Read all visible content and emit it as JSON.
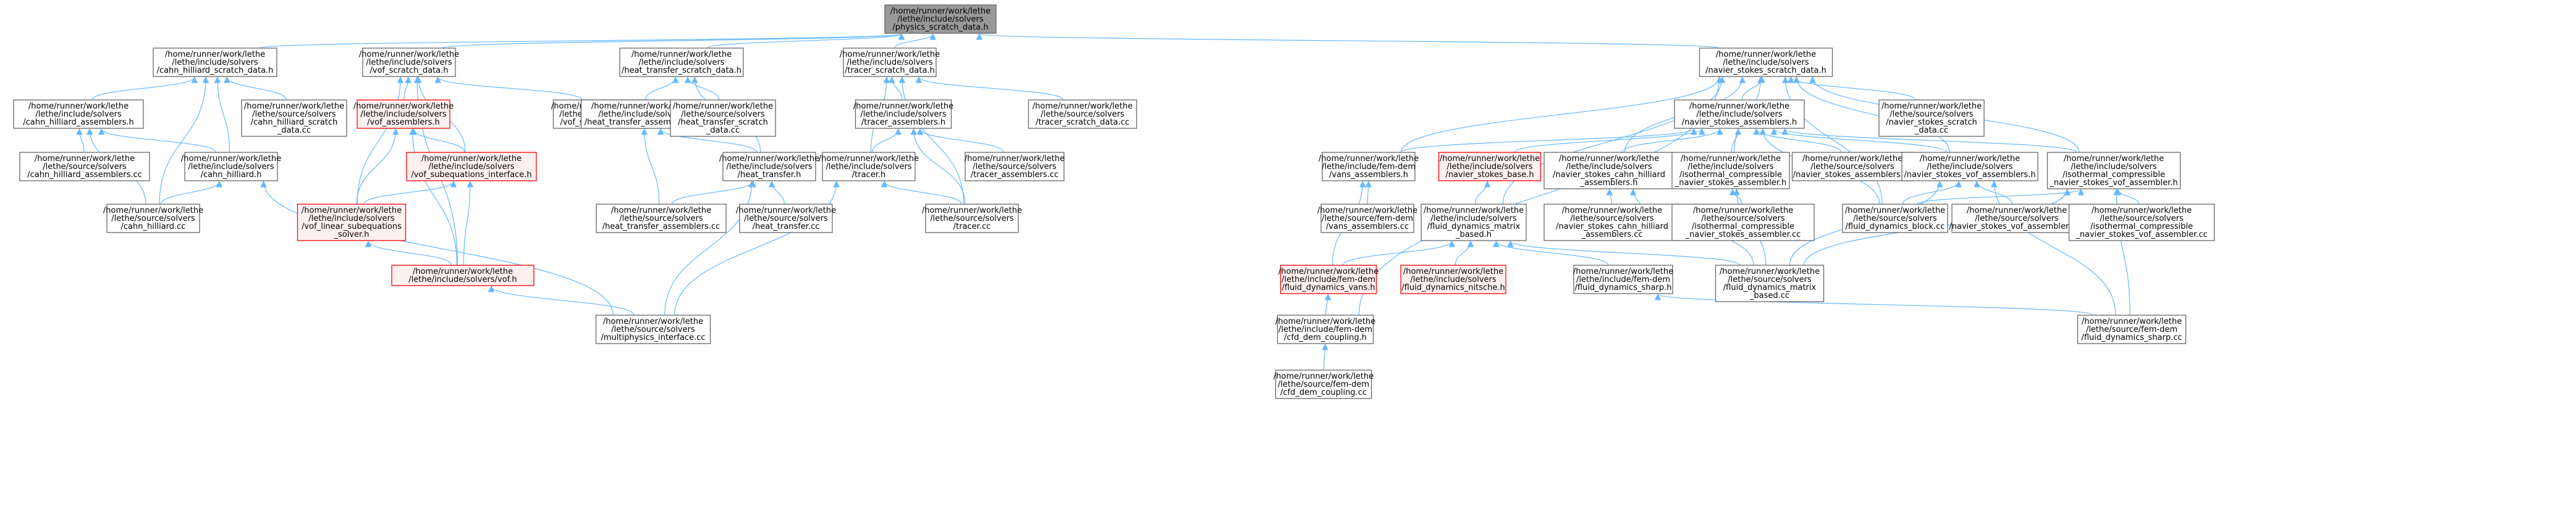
{
  "palette": {
    "edge": "#63b8ff",
    "node_fill": "#ffffff",
    "node_border": "#666666",
    "highlight_fill": "#999999",
    "highlight_border": "#666666",
    "error_fill": "#fff0f0",
    "error_border": "#ff0000"
  },
  "nodes": [
    {
      "id": "root",
      "style": "highlight",
      "lines": [
        "/home/runner/work/lethe",
        "/lethe/include/solvers",
        "/physics_scratch_data.h"
      ]
    },
    {
      "id": "ch_scratch_h",
      "style": "normal",
      "lines": [
        "/home/runner/work/lethe",
        "/lethe/include/solvers",
        "/cahn_hilliard_scratch_data.h"
      ]
    },
    {
      "id": "vof_scratch_h",
      "style": "normal",
      "lines": [
        "/home/runner/work/lethe",
        "/lethe/include/solvers",
        "/vof_scratch_data.h"
      ]
    },
    {
      "id": "heat_scratch_h",
      "style": "normal",
      "lines": [
        "/home/runner/work/lethe",
        "/lethe/include/solvers",
        "/heat_transfer_scratch_data.h"
      ]
    },
    {
      "id": "tracer_scratch_h",
      "style": "normal",
      "lines": [
        "/home/runner/work/lethe",
        "/lethe/include/solvers",
        "/tracer_scratch_data.h"
      ]
    },
    {
      "id": "ns_scratch_h",
      "style": "normal",
      "lines": [
        "/home/runner/work/lethe",
        "/lethe/include/solvers",
        "/navier_stokes_scratch_data.h"
      ]
    },
    {
      "id": "ch_assemblers_h",
      "style": "normal",
      "lines": [
        "/home/runner/work/lethe",
        "/lethe/include/solvers",
        "/cahn_hilliard_assemblers.h"
      ]
    },
    {
      "id": "ch_scratch_cc",
      "style": "normal",
      "lines": [
        "/home/runner/work/lethe",
        "/lethe/source/solvers",
        "/cahn_hilliard_scratch",
        "_data.cc"
      ]
    },
    {
      "id": "vof_assemblers_h",
      "style": "error",
      "lines": [
        "/home/runner/work/lethe",
        "/lethe/include/solvers",
        "/vof_assemblers.h"
      ]
    },
    {
      "id": "vof_scratch_cc",
      "style": "normal",
      "lines": [
        "/home/runner/work/lethe",
        "/lethe/source/solvers",
        "/vof_scratch_data.cc"
      ]
    },
    {
      "id": "heat_assemblers_h",
      "style": "normal",
      "lines": [
        "/home/runner/work/lethe",
        "/lethe/include/solvers",
        "/heat_transfer_assemblers.h"
      ]
    },
    {
      "id": "heat_scratch_cc",
      "style": "normal",
      "lines": [
        "/home/runner/work/lethe",
        "/lethe/source/solvers",
        "/heat_transfer_scratch",
        "_data.cc"
      ]
    },
    {
      "id": "tracer_assemblers_h",
      "style": "normal",
      "lines": [
        "/home/runner/work/lethe",
        "/lethe/include/solvers",
        "/tracer_assemblers.h"
      ]
    },
    {
      "id": "tracer_scratch_cc",
      "style": "normal",
      "lines": [
        "/home/runner/work/lethe",
        "/lethe/source/solvers",
        "/tracer_scratch_data.cc"
      ]
    },
    {
      "id": "ns_assemblers_h",
      "style": "normal",
      "lines": [
        "/home/runner/work/lethe",
        "/lethe/include/solvers",
        "/navier_stokes_assemblers.h"
      ]
    },
    {
      "id": "ns_scratch_cc",
      "style": "normal",
      "lines": [
        "/home/runner/work/lethe",
        "/lethe/source/solvers",
        "/navier_stokes_scratch",
        "_data.cc"
      ]
    },
    {
      "id": "ch_assemblers_cc",
      "style": "normal",
      "lines": [
        "/home/runner/work/lethe",
        "/lethe/source/solvers",
        "/cahn_hilliard_assemblers.cc"
      ]
    },
    {
      "id": "ch_h",
      "style": "normal",
      "lines": [
        "/home/runner/work/lethe",
        "/lethe/include/solvers",
        "/cahn_hilliard.h"
      ]
    },
    {
      "id": "vof_subeq_h",
      "style": "error",
      "lines": [
        "/home/runner/work/lethe",
        "/lethe/include/solvers",
        "/vof_subequations_interface.h"
      ]
    },
    {
      "id": "heat_h",
      "style": "normal",
      "lines": [
        "/home/runner/work/lethe",
        "/lethe/include/solvers",
        "/heat_transfer.h"
      ]
    },
    {
      "id": "tracer_h",
      "style": "normal",
      "lines": [
        "/home/runner/work/lethe",
        "/lethe/include/solvers",
        "/tracer.h"
      ]
    },
    {
      "id": "tracer_assemblers_cc",
      "style": "normal",
      "lines": [
        "/home/runner/work/lethe",
        "/lethe/source/solvers",
        "/tracer_assemblers.cc"
      ]
    },
    {
      "id": "vans_assemblers_h",
      "style": "normal",
      "lines": [
        "/home/runner/work/lethe",
        "/lethe/include/fem-dem",
        "/vans_assemblers.h"
      ]
    },
    {
      "id": "ns_base_h",
      "style": "error",
      "lines": [
        "/home/runner/work/lethe",
        "/lethe/include/solvers",
        "/navier_stokes_base.h"
      ]
    },
    {
      "id": "ns_ch_assemblers_h",
      "style": "normal",
      "lines": [
        "/home/runner/work/lethe",
        "/lethe/include/solvers",
        "/navier_stokes_cahn_hilliard",
        "_assemblers.h"
      ]
    },
    {
      "id": "iso_ns_assembler_h",
      "style": "normal",
      "lines": [
        "/home/runner/work/lethe",
        "/lethe/include/solvers",
        "/isothermal_compressible",
        "_navier_stokes_assembler.h"
      ]
    },
    {
      "id": "ns_assemblers_cc",
      "style": "normal",
      "lines": [
        "/home/runner/work/lethe",
        "/lethe/source/solvers",
        "/navier_stokes_assemblers.cc"
      ]
    },
    {
      "id": "ns_vof_assemblers_h",
      "style": "normal",
      "lines": [
        "/home/runner/work/lethe",
        "/lethe/include/solvers",
        "/navier_stokes_vof_assemblers.h"
      ]
    },
    {
      "id": "iso_ns_vof_assembler_h",
      "style": "normal",
      "lines": [
        "/home/runner/work/lethe",
        "/lethe/include/solvers",
        "/isothermal_compressible",
        "_navier_stokes_vof_assembler.h"
      ]
    },
    {
      "id": "ch_cc",
      "style": "normal",
      "lines": [
        "/home/runner/work/lethe",
        "/lethe/source/solvers",
        "/cahn_hilliard.cc"
      ]
    },
    {
      "id": "vof_linear_h",
      "style": "error",
      "lines": [
        "/home/runner/work/lethe",
        "/lethe/include/solvers",
        "/vof_linear_subequations",
        "_solver.h"
      ]
    },
    {
      "id": "heat_assemblers_cc",
      "style": "normal",
      "lines": [
        "/home/runner/work/lethe",
        "/lethe/source/solvers",
        "/heat_transfer_assemblers.cc"
      ]
    },
    {
      "id": "heat_cc",
      "style": "normal",
      "lines": [
        "/home/runner/work/lethe",
        "/lethe/source/solvers",
        "/heat_transfer.cc"
      ]
    },
    {
      "id": "tracer_cc",
      "style": "normal",
      "lines": [
        "/home/runner/work/lethe",
        "/lethe/source/solvers",
        "/tracer.cc"
      ]
    },
    {
      "id": "vans_assemblers_cc",
      "style": "normal",
      "lines": [
        "/home/runner/work/lethe",
        "/lethe/source/fem-dem",
        "/vans_assemblers.cc"
      ]
    },
    {
      "id": "fluid_matrix_h",
      "style": "normal",
      "lines": [
        "/home/runner/work/lethe",
        "/lethe/include/solvers",
        "/fluid_dynamics_matrix",
        "_based.h"
      ]
    },
    {
      "id": "ns_ch_assemblers_cc",
      "style": "normal",
      "lines": [
        "/home/runner/work/lethe",
        "/lethe/source/solvers",
        "/navier_stokes_cahn_hilliard",
        "_assemblers.cc"
      ]
    },
    {
      "id": "iso_ns_assembler_cc",
      "style": "normal",
      "lines": [
        "/home/runner/work/lethe",
        "/lethe/source/solvers",
        "/isothermal_compressible",
        "_navier_stokes_assembler.cc"
      ]
    },
    {
      "id": "fluid_block_cc",
      "style": "normal",
      "lines": [
        "/home/runner/work/lethe",
        "/lethe/source/solvers",
        "/fluid_dynamics_block.cc"
      ]
    },
    {
      "id": "ns_vof_assemblers_cc",
      "style": "normal",
      "lines": [
        "/home/runner/work/lethe",
        "/lethe/source/solvers",
        "/navier_stokes_vof_assemblers.cc"
      ]
    },
    {
      "id": "iso_ns_vof_assembler_cc",
      "style": "normal",
      "lines": [
        "/home/runner/work/lethe",
        "/lethe/source/solvers",
        "/isothermal_compressible",
        "_navier_stokes_vof_assembler.cc"
      ]
    },
    {
      "id": "vof_h",
      "style": "error",
      "lines": [
        "/home/runner/work/lethe",
        "/lethe/include/solvers/vof.h"
      ]
    },
    {
      "id": "fluid_vans_h",
      "style": "error",
      "lines": [
        "/home/runner/work/lethe",
        "/lethe/include/fem-dem",
        "/fluid_dynamics_vans.h"
      ]
    },
    {
      "id": "fluid_nitsche_h",
      "style": "error",
      "lines": [
        "/home/runner/work/lethe",
        "/lethe/include/solvers",
        "/fluid_dynamics_nitsche.h"
      ]
    },
    {
      "id": "fluid_sharp_h",
      "style": "normal",
      "lines": [
        "/home/runner/work/lethe",
        "/lethe/include/fem-dem",
        "/fluid_dynamics_sharp.h"
      ]
    },
    {
      "id": "fluid_matrix_cc",
      "style": "normal",
      "lines": [
        "/home/runner/work/lethe",
        "/lethe/source/solvers",
        "/fluid_dynamics_matrix",
        "_based.cc"
      ]
    },
    {
      "id": "multiphysics_cc",
      "style": "normal",
      "lines": [
        "/home/runner/work/lethe",
        "/lethe/source/solvers",
        "/multiphysics_interface.cc"
      ]
    },
    {
      "id": "cfd_dem_h",
      "style": "normal",
      "lines": [
        "/home/runner/work/lethe",
        "/lethe/include/fem-dem",
        "/cfd_dem_coupling.h"
      ]
    },
    {
      "id": "fluid_sharp_cc",
      "style": "normal",
      "lines": [
        "/home/runner/work/lethe",
        "/lethe/source/fem-dem",
        "/fluid_dynamics_sharp.cc"
      ]
    },
    {
      "id": "cfd_dem_cc",
      "style": "normal",
      "lines": [
        "/home/runner/work/lethe",
        "/lethe/source/fem-dem",
        "/cfd_dem_coupling.cc"
      ]
    }
  ],
  "edges": [
    [
      "ch_scratch_h",
      "root"
    ],
    [
      "vof_scratch_h",
      "root"
    ],
    [
      "heat_scratch_h",
      "root"
    ],
    [
      "tracer_scratch_h",
      "root"
    ],
    [
      "ns_scratch_h",
      "root"
    ],
    [
      "ch_assemblers_h",
      "ch_scratch_h"
    ],
    [
      "ch_scratch_cc",
      "ch_scratch_h"
    ],
    [
      "ch_h",
      "ch_scratch_h"
    ],
    [
      "ch_cc",
      "ch_scratch_h"
    ],
    [
      "ch_assemblers_cc",
      "ch_assemblers_h"
    ],
    [
      "ch_h",
      "ch_assemblers_h"
    ],
    [
      "ch_cc",
      "ch_assemblers_h"
    ],
    [
      "ch_cc",
      "ch_h"
    ],
    [
      "multiphysics_cc",
      "ch_h"
    ],
    [
      "vof_assemblers_h",
      "vof_scratch_h"
    ],
    [
      "vof_scratch_cc",
      "vof_scratch_h"
    ],
    [
      "vof_subeq_h",
      "vof_scratch_h"
    ],
    [
      "vof_linear_h",
      "vof_scratch_h"
    ],
    [
      "vof_h",
      "vof_scratch_h"
    ],
    [
      "vof_subeq_h",
      "vof_assemblers_h"
    ],
    [
      "vof_linear_h",
      "vof_assemblers_h"
    ],
    [
      "vof_h",
      "vof_assemblers_h"
    ],
    [
      "vof_linear_h",
      "vof_subeq_h"
    ],
    [
      "vof_h",
      "vof_subeq_h"
    ],
    [
      "vof_h",
      "vof_linear_h"
    ],
    [
      "multiphysics_cc",
      "vof_h"
    ],
    [
      "heat_assemblers_h",
      "heat_scratch_h"
    ],
    [
      "heat_scratch_cc",
      "heat_scratch_h"
    ],
    [
      "heat_h",
      "heat_scratch_h"
    ],
    [
      "heat_h",
      "heat_assemblers_h"
    ],
    [
      "heat_assemblers_cc",
      "heat_assemblers_h"
    ],
    [
      "heat_assemblers_cc",
      "heat_h"
    ],
    [
      "heat_cc",
      "heat_h"
    ],
    [
      "multiphysics_cc",
      "heat_h"
    ],
    [
      "tracer_assemblers_h",
      "tracer_scratch_h"
    ],
    [
      "tracer_scratch_cc",
      "tracer_scratch_h"
    ],
    [
      "tracer_h",
      "tracer_scratch_h"
    ],
    [
      "tracer_cc",
      "tracer_scratch_h"
    ],
    [
      "tracer_h",
      "tracer_assemblers_h"
    ],
    [
      "tracer_assemblers_cc",
      "tracer_assemblers_h"
    ],
    [
      "tracer_cc",
      "tracer_assemblers_h"
    ],
    [
      "tracer_cc",
      "tracer_h"
    ],
    [
      "multiphysics_cc",
      "tracer_h"
    ],
    [
      "ns_assemblers_h",
      "ns_scratch_h"
    ],
    [
      "ns_scratch_cc",
      "ns_scratch_h"
    ],
    [
      "vans_assemblers_h",
      "ns_scratch_h"
    ],
    [
      "ns_ch_assemblers_h",
      "ns_scratch_h"
    ],
    [
      "iso_ns_assembler_h",
      "ns_scratch_h"
    ],
    [
      "ns_vof_assemblers_h",
      "ns_scratch_h"
    ],
    [
      "iso_ns_vof_assembler_h",
      "ns_scratch_h"
    ],
    [
      "fluid_matrix_h",
      "ns_scratch_h"
    ],
    [
      "cfd_dem_h",
      "ns_scratch_h"
    ],
    [
      "fluid_block_cc",
      "ns_scratch_h"
    ],
    [
      "vans_assemblers_h",
      "ns_assemblers_h"
    ],
    [
      "ns_base_h",
      "ns_assemblers_h"
    ],
    [
      "ns_ch_assemblers_h",
      "ns_assemblers_h"
    ],
    [
      "iso_ns_assembler_h",
      "ns_assemblers_h"
    ],
    [
      "ns_assemblers_cc",
      "ns_assemblers_h"
    ],
    [
      "ns_vof_assemblers_h",
      "ns_assemblers_h"
    ],
    [
      "iso_ns_vof_assembler_h",
      "ns_assemblers_h"
    ],
    [
      "fluid_block_cc",
      "ns_assemblers_h"
    ],
    [
      "vans_assemblers_cc",
      "vans_assemblers_h"
    ],
    [
      "fluid_vans_h",
      "vans_assemblers_h"
    ],
    [
      "fluid_matrix_h",
      "ns_base_h"
    ],
    [
      "fluid_vans_h",
      "fluid_matrix_h"
    ],
    [
      "fluid_nitsche_h",
      "fluid_matrix_h"
    ],
    [
      "fluid_sharp_h",
      "fluid_matrix_h"
    ],
    [
      "fluid_matrix_cc",
      "fluid_matrix_h"
    ],
    [
      "cfd_dem_h",
      "fluid_vans_h"
    ],
    [
      "cfd_dem_cc",
      "cfd_dem_h"
    ],
    [
      "fluid_sharp_cc",
      "fluid_sharp_h"
    ],
    [
      "ns_ch_assemblers_cc",
      "ns_ch_assemblers_h"
    ],
    [
      "fluid_matrix_cc",
      "ns_ch_assemblers_h"
    ],
    [
      "iso_ns_assembler_cc",
      "iso_ns_assembler_h"
    ],
    [
      "fluid_matrix_cc",
      "iso_ns_assembler_h"
    ],
    [
      "fluid_block_cc",
      "ns_vof_assemblers_h"
    ],
    [
      "ns_vof_assemblers_cc",
      "ns_vof_assemblers_h"
    ],
    [
      "fluid_matrix_cc",
      "ns_vof_assemblers_h"
    ],
    [
      "fluid_sharp_cc",
      "ns_vof_assemblers_h"
    ],
    [
      "fluid_block_cc",
      "iso_ns_vof_assembler_h"
    ],
    [
      "iso_ns_vof_assembler_cc",
      "iso_ns_vof_assembler_h"
    ],
    [
      "fluid_matrix_cc",
      "iso_ns_vof_assembler_h"
    ],
    [
      "fluid_sharp_cc",
      "iso_ns_vof_assembler_h"
    ]
  ]
}
